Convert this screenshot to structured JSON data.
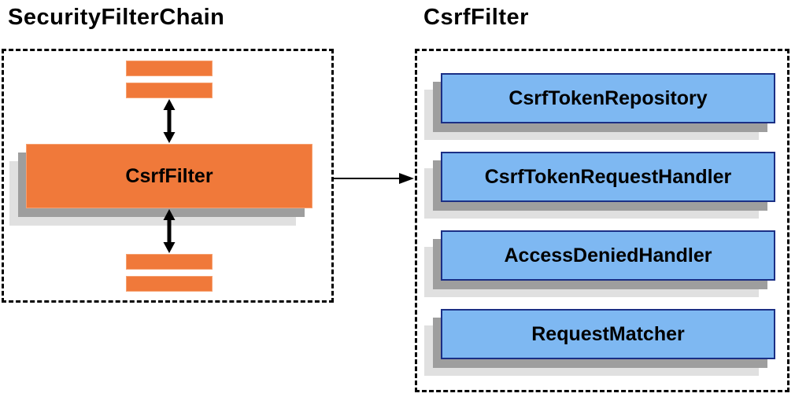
{
  "diagram": {
    "left_panel": {
      "title": "SecurityFilterChain",
      "filter_node_label": "CsrfFilter"
    },
    "right_panel": {
      "title": "CsrfFilter",
      "components": [
        "CsrfTokenRepository",
        "CsrfTokenRequestHandler",
        "AccessDeniedHandler",
        "RequestMatcher"
      ]
    },
    "icons": {
      "vertical_arrow": "double-headed-arrow",
      "link_arrow": "arrow-right"
    },
    "colors": {
      "orange_fill": "#F0793A",
      "orange_border": "#F6A171",
      "blue_fill": "#7EB8F2",
      "blue_border": "#1B2F85",
      "shadow_dark": "#9E9E9E",
      "shadow_light": "#E0E0E0",
      "ink": "#000000",
      "bg": "#FFFFFF"
    }
  }
}
